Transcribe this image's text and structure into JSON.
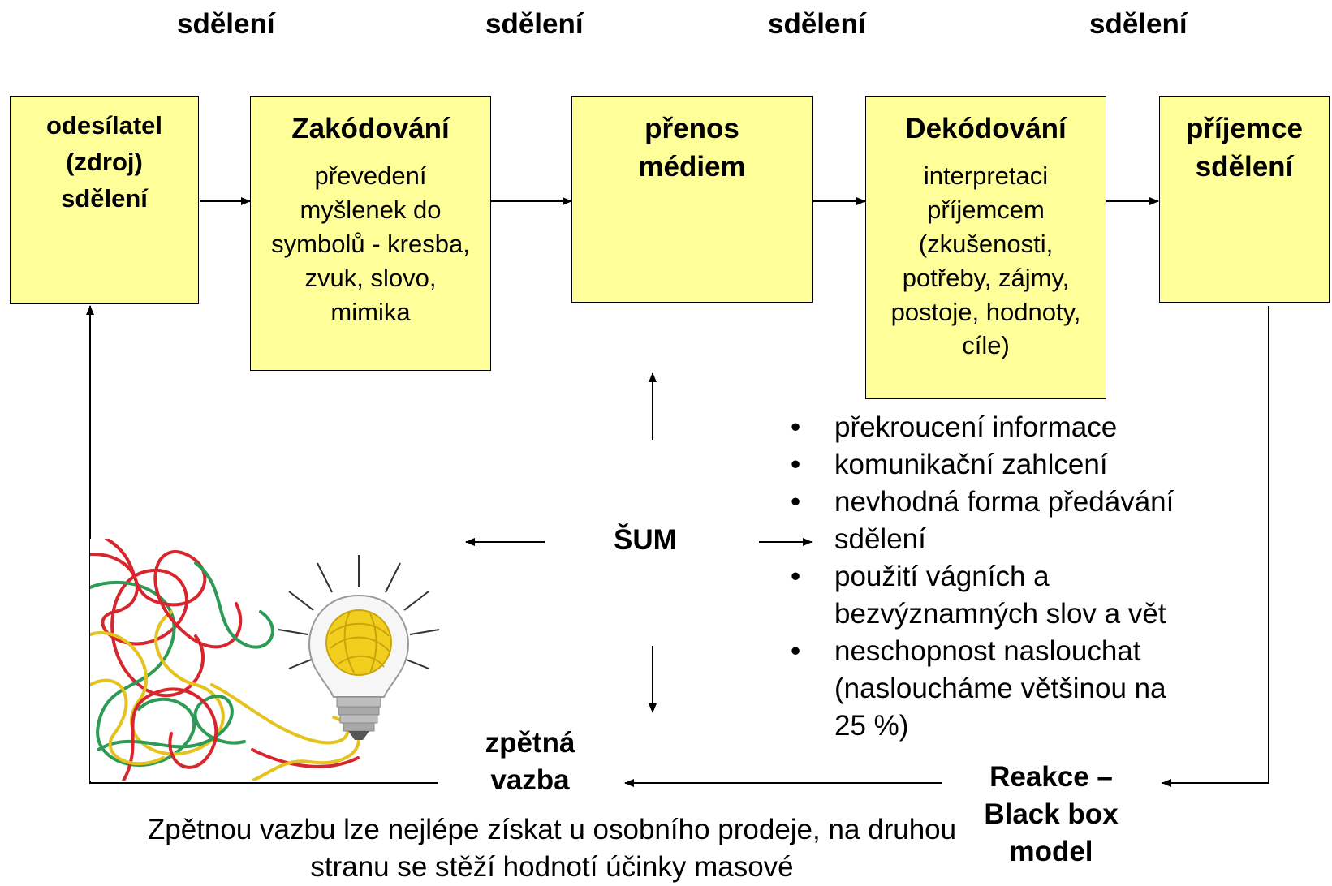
{
  "colors": {
    "box_fill": "#ffff99",
    "line": "#000000"
  },
  "headers": [
    "sdělení",
    "sdělení",
    "sdělení",
    "sdělení"
  ],
  "boxes": {
    "sender": {
      "title": "odesílatel (zdroj) sdělení"
    },
    "encoding": {
      "title": "Zakódování",
      "body": "převedení myšlenek do symbolů - kresba, zvuk, slovo, mimika"
    },
    "transfer": {
      "title": "přenos médiem"
    },
    "decoding": {
      "title": "Dekódování",
      "body": "interpretaci příjemcem (zkušenosti, potřeby, zájmy, postoje, hodnoty, cíle)"
    },
    "receiver": {
      "title": "příjemce sdělení"
    }
  },
  "noise_label": "ŠUM",
  "noise_items": [
    "překroucení informace",
    "komunikační zahlcení",
    "nevhodná forma předávání sdělení",
    "použití vágních a bezvýznamných slov a vět",
    "neschopnost naslouchat (nasloucháme většinou na 25 %)"
  ],
  "feedback_label": "zpětná vazba",
  "reaction_label": "Reakce – Black box model",
  "bottom_text": "Zpětnou vazbu lze nejlépe získat u osobního prodeje, na druhou stranu se stěží hodnotí účinky masové",
  "illustration": {
    "icon": "tangled-strings-lightbulb-image"
  }
}
